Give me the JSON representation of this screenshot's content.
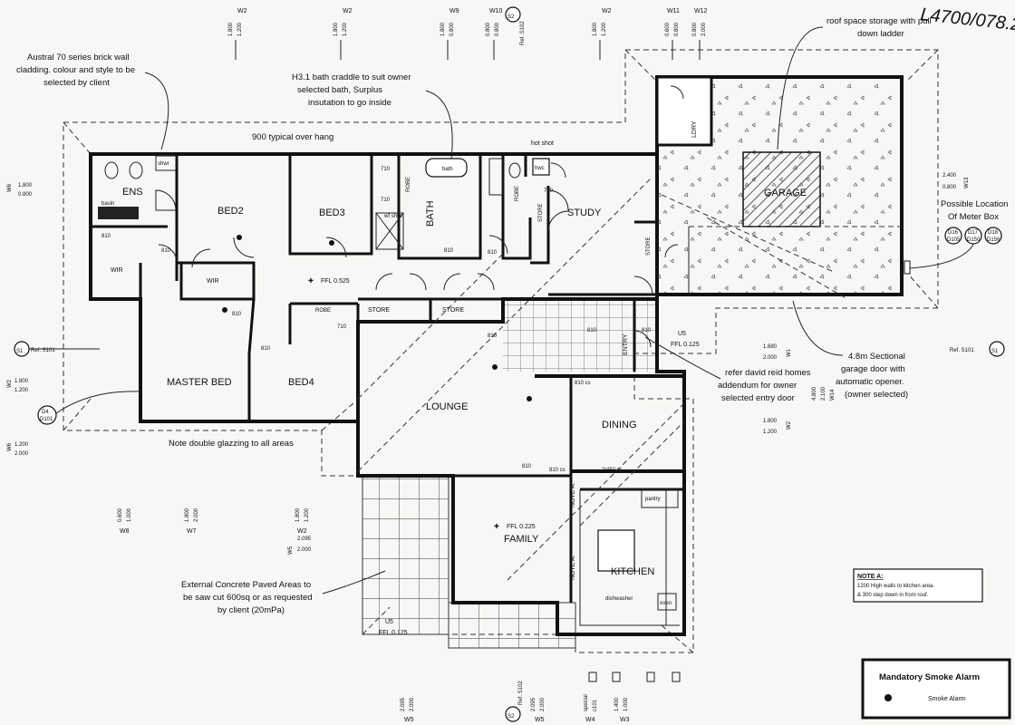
{
  "top_right_scrawl": "L4700/078.2",
  "rooms": {
    "ens": "ENS",
    "bed2": "BED2",
    "bed3": "BED3",
    "bath": "BATH",
    "study": "STUDY",
    "garage": "GARAGE",
    "ldry": "LDRY",
    "master_bed": "MASTER BED",
    "bed4": "BED4",
    "wir_1": "WIR",
    "wir_2": "WIR",
    "lounge": "LOUNGE",
    "dining": "DINING",
    "family": "FAMILY",
    "kitchen": "KITCHEN",
    "entry": "ENTRY",
    "store_1": "STORE",
    "store_2": "STORE",
    "store_3": "STORE",
    "store_4": "STORE",
    "robe_1": "ROBE",
    "robe_2": "ROBE",
    "robe_3": "ROBE"
  },
  "fixtures": {
    "basin": "basin",
    "shwr": "shwr",
    "bath_tub": "bath",
    "wc_shwr": "wf shwr",
    "hwc": "hwc",
    "pantry": "pantry",
    "oven": "oven",
    "dishwasher": "dishwasher"
  },
  "levels": {
    "ffl_main": "FFL 0.525",
    "ffl_family": "FFL 0.225",
    "u5_paving": "U5",
    "ffl_paving": "FFL 0.125",
    "u5_porch": "U5",
    "ffl_porch": "FFL 0.125"
  },
  "dims": {
    "d710_a": "710",
    "d710_b": "710",
    "d710_c": "710",
    "d710_d": "710",
    "d810_a": "810",
    "d810_b": "810",
    "d810_c": "810",
    "d810_d": "810",
    "d810_e": "810",
    "d810_f": "810",
    "d810_g": "810",
    "d810_h": "810",
    "d810_i": "810",
    "d810_j": "810",
    "d810_cs": "810 cs",
    "d810_cs2": "810 cs",
    "d2450_cs": "2/450 cs"
  },
  "windows_top": [
    {
      "id": "W2",
      "h": "1.800",
      "w": "1.200"
    },
    {
      "id": "W2",
      "h": "1.800",
      "w": "1.200"
    },
    {
      "id": "W9",
      "h": "1.800",
      "w": "0.800"
    },
    {
      "id": "W10",
      "h": "0.800",
      "w": "0.800"
    },
    {
      "id": "W2",
      "h": "1.800",
      "w": "1.200"
    },
    {
      "id": "W11",
      "h": "0.600",
      "w": "0.800"
    },
    {
      "id": "W12",
      "h": "0.800",
      "w": "2.000"
    }
  ],
  "windows_bottom": [
    {
      "id": "W8",
      "h": "0.600",
      "w": "1.000"
    },
    {
      "id": "W7",
      "h": "1.800",
      "w": "2.000"
    },
    {
      "id": "W2",
      "h": "1.800",
      "w": "1.200"
    }
  ],
  "windows_bottom_edge": [
    {
      "id": "W5",
      "h": "2.095",
      "w": "2.000"
    },
    {
      "id": "W5",
      "h": "2.095",
      "w": "2.000"
    },
    {
      "id": "W4",
      "h": "special",
      "w": "c101"
    },
    {
      "id": "W3",
      "h": "1.400",
      "w": "1.000"
    }
  ],
  "windows_misc": {
    "w6_left": {
      "id": "W6",
      "h": "1.800",
      "w": "0.800"
    },
    "w2_left": {
      "id": "W2",
      "h": "1.800",
      "w": "1.200"
    },
    "w6_low": {
      "id": "W6",
      "h": "1.200",
      "w": "2.000"
    },
    "w5_mid": {
      "id": "W5",
      "h": "2.095",
      "w": "2.000"
    },
    "w13": {
      "id": "W13",
      "h": "2.400",
      "w": "0.800"
    },
    "w1": {
      "id": "W1",
      "h": "1.680",
      "w": "2.000"
    },
    "w14": {
      "id": "W14",
      "h": "4.800",
      "w": "2.100"
    },
    "w2_right": {
      "id": "W2",
      "h": "1.800",
      "w": "1.200"
    }
  },
  "refs": {
    "s2_top": "S2",
    "ref_s102_top": "Ref. S102",
    "s1_left": "S1",
    "ref_s101_left": "Ref. S101",
    "s1_right": "S1",
    "ref_s101_right": "Ref. S101",
    "s2_bottom": "S2",
    "ref_s102_bottom": "Ref. S102",
    "d4": "D4",
    "d101": "D101"
  },
  "meter": {
    "label": "Possible Location Of Meter Box",
    "codes": [
      {
        "a": "D16",
        "b": "D105"
      },
      {
        "a": "D17",
        "b": "D150"
      },
      {
        "a": "D18",
        "b": "D156"
      }
    ]
  },
  "annotations": {
    "brick": "Austral 70 series brick wall cladding. colour and style to be selected by client",
    "bath": "H3.1 bath craddle to suit owner selected bath, Surplus insutation to go inside",
    "roof": "roof space storage with pull down ladder",
    "overhang": "900 typical over hang",
    "hot_shot": "hot shot",
    "glazing": "Note double glazzing to all areas",
    "paving": "External Concrete Paved Areas to be saw cut 600sq or as requested by client (20mPa)",
    "entry_door": "refer david reid homes addendum for owner selected entry door",
    "garage_door": "4.8m Sectional garage door with automatic opener. (owner selected)",
    "note_a_kitchen_1": "NOTE A:",
    "note_a_kitchen_2": "NOTE A:"
  },
  "note_box": {
    "title": "NOTE A:",
    "line1": "1200 High walls to kitchen area.",
    "line2": "& 300 step down in from roof."
  },
  "legend": {
    "title": "Mandatory Smoke Alarm",
    "item": "Smoke Alarm"
  }
}
